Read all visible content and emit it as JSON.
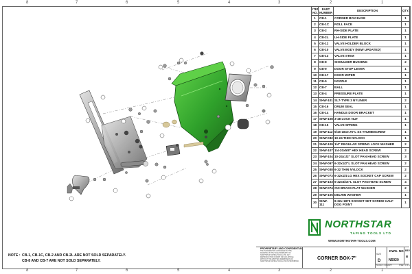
{
  "zones": {
    "top": [
      "8",
      "7",
      "6",
      "5",
      "4",
      "3",
      "2",
      "1"
    ],
    "bottom": [
      "8",
      "7",
      "6",
      "5",
      "4",
      "3",
      "2",
      "1"
    ]
  },
  "bom": {
    "headers": {
      "item": "ITEM NO.",
      "part": "PART NUMBER",
      "desc": "DESCRIPTION",
      "qty": "QTY."
    },
    "rows": [
      {
        "item": "1",
        "part": "CB-1",
        "desc": "CORNER BOX BASE",
        "qty": "1"
      },
      {
        "item": "2",
        "part": "CB-1C",
        "desc": "ROLL FACE",
        "qty": "1"
      },
      {
        "item": "3",
        "part": "CB-2",
        "desc": "RH-SIDE PLATE",
        "qty": "1"
      },
      {
        "item": "4",
        "part": "CB-2L",
        "desc": "LH-SIDE PLATE",
        "qty": "1"
      },
      {
        "item": "5",
        "part": "CB-12",
        "desc": "VALVE HOLDER BLOCK",
        "qty": "1"
      },
      {
        "item": "6",
        "part": "CB-10",
        "desc": "VALVE BODY (NEW UPDATED)",
        "qty": "1"
      },
      {
        "item": "7",
        "part": "CB-13",
        "desc": "VALVE STEM",
        "qty": "1"
      },
      {
        "item": "8",
        "part": "CB-8",
        "desc": "SHOULDER BUSHING",
        "qty": "2"
      },
      {
        "item": "9",
        "part": "CB-9",
        "desc": "DOOR STOP LEVER",
        "qty": "1"
      },
      {
        "item": "10",
        "part": "CB-17",
        "desc": "DOOR WIPER",
        "qty": "1"
      },
      {
        "item": "11",
        "part": "CB-5",
        "desc": "NOZZLE",
        "qty": "1"
      },
      {
        "item": "12",
        "part": "CB-7",
        "desc": "BALL",
        "qty": "1"
      },
      {
        "item": "13",
        "part": "CB-4",
        "desc": "PRESSURE PLATE",
        "qty": "1"
      },
      {
        "item": "14",
        "part": "SHW-101",
        "desc": "SL7-TYPE 3 NYLINER",
        "qty": "2"
      },
      {
        "item": "15",
        "part": "CB-16",
        "desc": "DRUM SEAL",
        "qty": "1"
      },
      {
        "item": "16",
        "part": "CB-14",
        "desc": "HANDLE DOOR BRACKET",
        "qty": "1"
      },
      {
        "item": "17",
        "part": "SHW-108",
        "desc": "3-48 LOCK NUT",
        "qty": "1"
      },
      {
        "item": "18",
        "part": "CB-15",
        "desc": "VALVE SPRING",
        "qty": "1"
      },
      {
        "item": "19",
        "part": "SHW-112",
        "desc": "5/16-18x0.75\"L SS THUMBSCREW",
        "qty": "1"
      },
      {
        "item": "20",
        "part": "SHW-032",
        "desc": "10-24 THIN NYLOCK",
        "qty": "1"
      },
      {
        "item": "21",
        "part": "SHW-109",
        "desc": "1/4\" REGULAR SPRING LOCK WASHER",
        "qty": "2"
      },
      {
        "item": "22",
        "part": "SHW-107",
        "desc": "1/4-20x5/8\" HEX HEAD SCREW",
        "qty": "2"
      },
      {
        "item": "23",
        "part": "SHW-104",
        "desc": "10-24x1/2\" SLOT PAN HEAD SCREW",
        "qty": "3"
      },
      {
        "item": "24",
        "part": "SHW-097",
        "desc": "6-32x1/2\"L SLOT PAN HEAD SCREW",
        "qty": "2"
      },
      {
        "item": "25",
        "part": "SHW-038",
        "desc": "6-32 THIN NYLOCK",
        "qty": "2"
      },
      {
        "item": "26",
        "part": "SHW-073",
        "desc": "6-32x1/4 LG HEX SOCKET CAP SCREW",
        "qty": "2"
      },
      {
        "item": "27",
        "part": "SHW-103",
        "desc": "6-32x5/16\"L SLOT PAN HEAD SCREW",
        "qty": "4"
      },
      {
        "item": "28",
        "part": "SHW-074",
        "desc": "#10 BRASS FLAT WASHER",
        "qty": "2"
      },
      {
        "item": "29",
        "part": "SHW-105",
        "desc": "DELRIN WASHER",
        "qty": "1"
      },
      {
        "item": "30",
        "part": "SHW-111",
        "desc": "8-32x 1875 SOCKET SET SCREW HALF DOG POINT",
        "qty": "1"
      }
    ]
  },
  "logo": {
    "brand": "NORTHSTAR",
    "subtitle": "TAPING TOOLS LTD",
    "url": "WWW.NORTHSTAR-TOOLS.COM",
    "color": "#1a8a2a"
  },
  "title_block": {
    "proprietary_title": "PROPRIETARY AND CONFIDENTIAL",
    "proprietary_text": "THE INFORMATION CONTAINED IN THIS DRAWING IS THE SOLE PROPERTY OF NORTHSTAR TAPING TOOLS LTD. ANY REPRODUCTION IN PART OR AS A WHOLE WITHOUT THE WRITTEN PERMISSION OF NORTHSTAR TAPING TOOLS LTD IS PROHIBITED.",
    "drawing_title": "CORNER BOX-7\"",
    "dwg_label": "DWG. NO.",
    "rev_label": "REV",
    "rev_value": "B",
    "size_label": "SIZE",
    "size_value": "D",
    "dwg_number": "N5020",
    "scale_text": "SCALE: 1:2  WEIGHT:",
    "sheet_text": "SHEET 1 OF 1"
  },
  "note": {
    "label": "NOTE :",
    "line1": "CB-1, CB-1C, CB-2 AND CB-2L  ARE NOT SOLD SEPARATELY.",
    "line2": "CB-8 AND CB-7  ARE NOT SOLD SEPARATELY."
  },
  "colors": {
    "part_green": "#2fa12b",
    "part_green_dark": "#1f6e1c",
    "metal": "#b5b5b5",
    "metal_dark": "#6d6d6d",
    "tan": "#d7c89a"
  }
}
